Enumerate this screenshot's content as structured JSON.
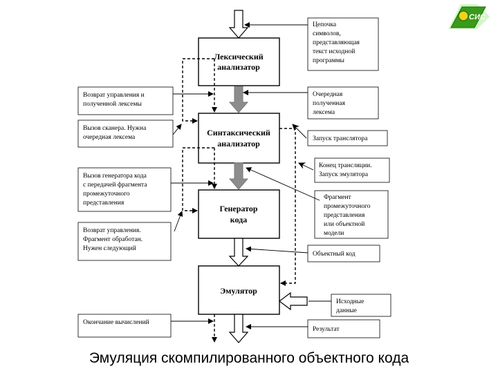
{
  "logo": {
    "text": "СИС",
    "color": "#3a9a1a"
  },
  "blocks": {
    "lexer": [
      "Лексический",
      "анализатор"
    ],
    "parser": [
      "Синтаксический",
      "анализатор"
    ],
    "generator": [
      "Генератор",
      "кода"
    ],
    "emulator": [
      "Эмулятор"
    ]
  },
  "notes": {
    "chain": [
      "Цепочка",
      "символов,",
      "представляющая",
      "текст исходной",
      "программы"
    ],
    "next_lexeme": [
      "Очередная",
      "полученная",
      "лексема"
    ],
    "start_translator": [
      "Запуск транслятора"
    ],
    "end_translation": [
      "Конец трансляции.",
      "Запуск эмулятора"
    ],
    "fragment": [
      "Фрагмент",
      "промежуточного",
      "представления",
      "или объектной",
      "модели"
    ],
    "object_code": [
      "Объектный код"
    ],
    "input_data": [
      "Исходные",
      "данные"
    ],
    "result": [
      "Результат"
    ],
    "return_control_lexeme": [
      "Возврат управления и",
      "полученной лексемы"
    ],
    "call_scanner": [
      "Вызов сканера. Нужна",
      "очередная лексема"
    ],
    "call_generator": [
      "Вызов генератора кода",
      "с передачей фрагмента",
      "промежуточного",
      "представления"
    ],
    "return_control_fragment": [
      "Возврат управления.",
      "Фрагмент обработан.",
      "Нужен следующий"
    ],
    "end_computation": [
      "Окончание вычислений"
    ]
  },
  "caption": "Эмуляция скомпилированного объектного кода"
}
